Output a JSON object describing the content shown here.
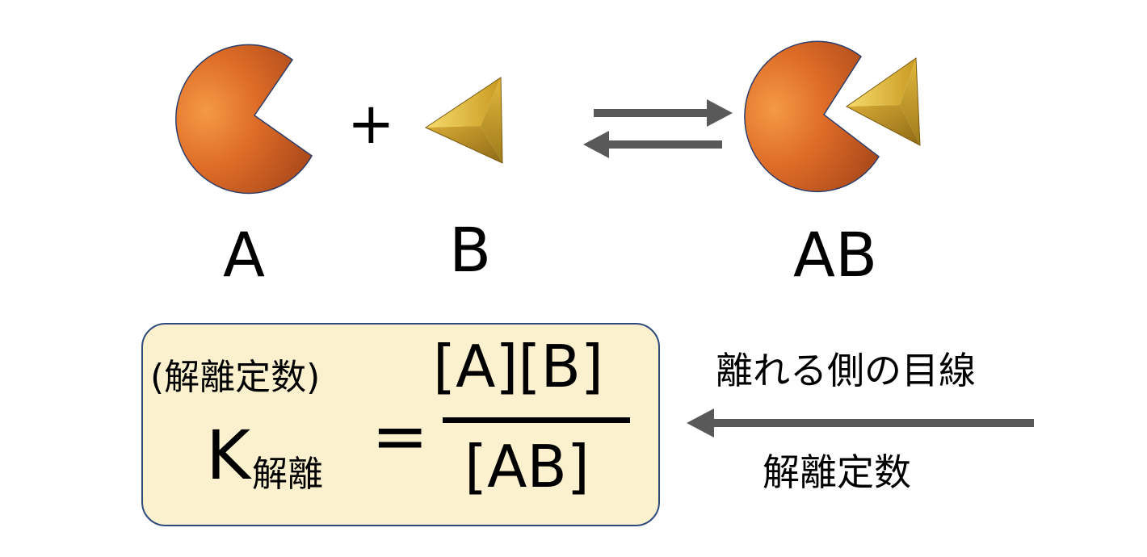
{
  "colors": {
    "pacman_light": "#f08a3a",
    "pacman_dark": "#a9481a",
    "pacman_edge": "#2e3f6a",
    "triangle_light": "#f4d35a",
    "triangle_dark": "#a77e18",
    "arrow": "#595959",
    "formula_bg": "#fcf1cf",
    "formula_border": "#2e4a7d"
  },
  "reaction": {
    "label_a": "A",
    "label_b": "B",
    "label_ab": "AB",
    "plus": "+"
  },
  "formula": {
    "k_note": "(解離定数)",
    "k_symbol": "K",
    "k_subscript": "解離",
    "equals": "=",
    "numerator": "[A][B]",
    "denominator": "[AB]"
  },
  "annotation": {
    "top_label": "離れる側の目線",
    "bottom_label": "解離定数"
  }
}
